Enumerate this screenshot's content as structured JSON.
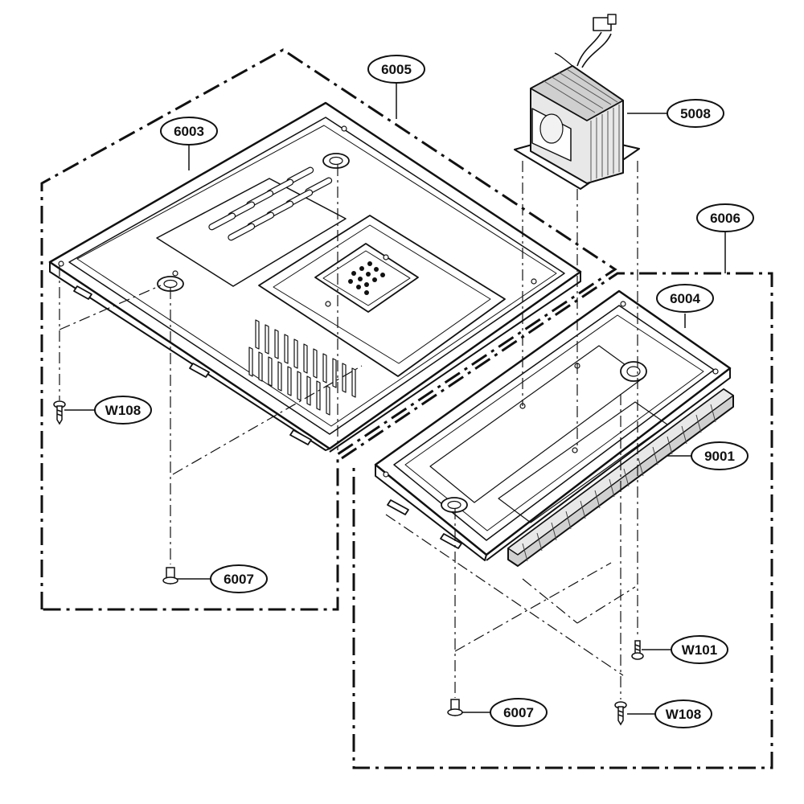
{
  "callouts": [
    {
      "id": "c6005",
      "label": "6005"
    },
    {
      "id": "c6003",
      "label": "6003"
    },
    {
      "id": "c5008",
      "label": "5008"
    },
    {
      "id": "c6006",
      "label": "6006"
    },
    {
      "id": "c6004",
      "label": "6004"
    },
    {
      "id": "c9001",
      "label": "9001"
    },
    {
      "id": "cW108a",
      "label": "W108"
    },
    {
      "id": "c6007a",
      "label": "6007"
    },
    {
      "id": "cW101",
      "label": "W101"
    },
    {
      "id": "c6007b",
      "label": "6007"
    },
    {
      "id": "cW108b",
      "label": "W108"
    }
  ],
  "colors": {
    "line": "#111111",
    "background": "#ffffff",
    "panel_shade": "#f4f4f4"
  }
}
